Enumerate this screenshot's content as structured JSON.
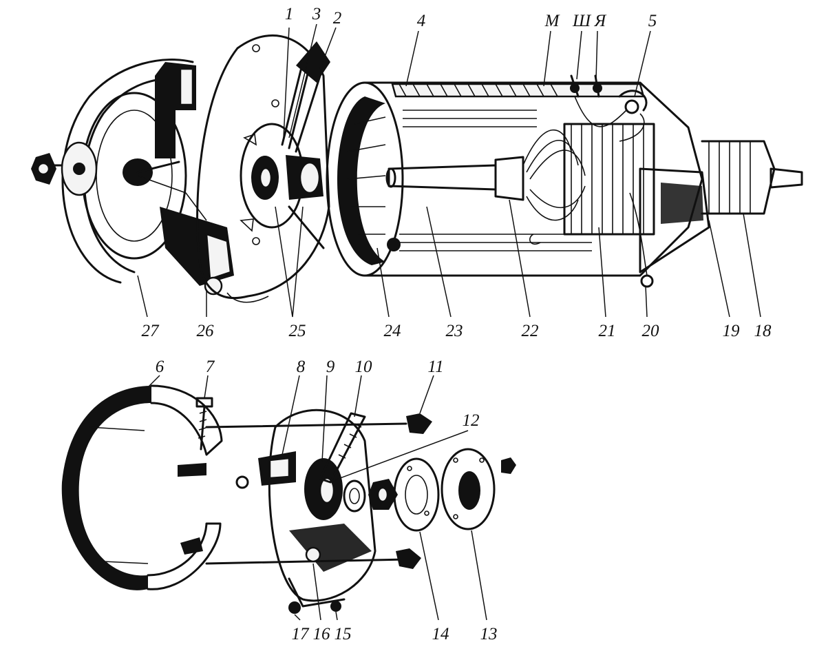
{
  "labels": {
    "l1": "1",
    "l2": "2",
    "l3": "3",
    "l4": "4",
    "l5": "5",
    "lM": "М",
    "lSh": "Ш",
    "lYa": "Я",
    "l6": "6",
    "l7": "7",
    "l8": "8",
    "l9": "9",
    "l10": "10",
    "l11": "11",
    "l12": "12",
    "l13": "13",
    "l14": "14",
    "l15": "15",
    "l16": "16",
    "l17": "17",
    "l18": "18",
    "l19": "19",
    "l20": "20",
    "l21": "21",
    "l22": "22",
    "l23": "23",
    "l24": "24",
    "l25": "25",
    "l26": "26",
    "l27": "27"
  },
  "colors": {
    "ink": "#111111",
    "paper": "#ffffff"
  }
}
